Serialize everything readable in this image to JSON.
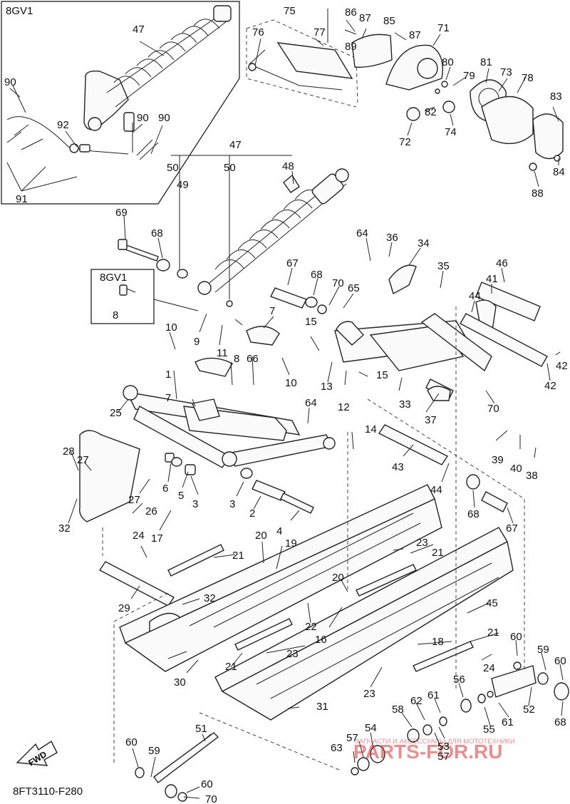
{
  "diagram": {
    "code": "8FT3110-F280",
    "fwd_label": "FWD",
    "inset_top_label": "8GV1",
    "inset_mid_label": "8GV1",
    "inset_mid_part": "8",
    "watermark_url": "PARTS-FOR.RU",
    "watermark_text": "ЗАПЧАСТИ И АКСЕССУАРЫ ДЛЯ МОТОТЕХНИКИ"
  },
  "callouts": [
    {
      "id": "1",
      "text": "1"
    },
    {
      "id": "2",
      "text": "2"
    },
    {
      "id": "3a",
      "text": "3"
    },
    {
      "id": "3b",
      "text": "3"
    },
    {
      "id": "4",
      "text": "4"
    },
    {
      "id": "5",
      "text": "5"
    },
    {
      "id": "6",
      "text": "6"
    },
    {
      "id": "7a",
      "text": "7"
    },
    {
      "id": "7b",
      "text": "7"
    },
    {
      "id": "8",
      "text": "8"
    },
    {
      "id": "9",
      "text": "9"
    },
    {
      "id": "10a",
      "text": "10"
    },
    {
      "id": "10b",
      "text": "10"
    },
    {
      "id": "11",
      "text": "11"
    },
    {
      "id": "12",
      "text": "12"
    },
    {
      "id": "13",
      "text": "13"
    },
    {
      "id": "14",
      "text": "14"
    },
    {
      "id": "15a",
      "text": "15"
    },
    {
      "id": "15b",
      "text": "15"
    },
    {
      "id": "16",
      "text": "16"
    },
    {
      "id": "17",
      "text": "17"
    },
    {
      "id": "18",
      "text": "18"
    },
    {
      "id": "19",
      "text": "19"
    },
    {
      "id": "20a",
      "text": "20"
    },
    {
      "id": "20b",
      "text": "20"
    },
    {
      "id": "21a",
      "text": "21"
    },
    {
      "id": "21b",
      "text": "21"
    },
    {
      "id": "21c",
      "text": "21"
    },
    {
      "id": "21d",
      "text": "21"
    },
    {
      "id": "22",
      "text": "22"
    },
    {
      "id": "23a",
      "text": "23"
    },
    {
      "id": "23b",
      "text": "23"
    },
    {
      "id": "23c",
      "text": "23"
    },
    {
      "id": "24a",
      "text": "24"
    },
    {
      "id": "24b",
      "text": "24"
    },
    {
      "id": "25",
      "text": "25"
    },
    {
      "id": "26",
      "text": "26"
    },
    {
      "id": "27a",
      "text": "27"
    },
    {
      "id": "27b",
      "text": "27"
    },
    {
      "id": "28",
      "text": "28"
    },
    {
      "id": "29",
      "text": "29"
    },
    {
      "id": "30",
      "text": "30"
    },
    {
      "id": "31",
      "text": "31"
    },
    {
      "id": "32a",
      "text": "32"
    },
    {
      "id": "32b",
      "text": "32"
    },
    {
      "id": "33",
      "text": "33"
    },
    {
      "id": "34",
      "text": "34"
    },
    {
      "id": "35",
      "text": "35"
    },
    {
      "id": "36",
      "text": "36"
    },
    {
      "id": "37",
      "text": "37"
    },
    {
      "id": "38",
      "text": "38"
    },
    {
      "id": "39",
      "text": "39"
    },
    {
      "id": "40",
      "text": "40"
    },
    {
      "id": "41",
      "text": "41"
    },
    {
      "id": "42a",
      "text": "42"
    },
    {
      "id": "42b",
      "text": "42"
    },
    {
      "id": "43",
      "text": "43"
    },
    {
      "id": "44a",
      "text": "44"
    },
    {
      "id": "44b",
      "text": "44"
    },
    {
      "id": "45",
      "text": "45"
    },
    {
      "id": "46",
      "text": "46"
    },
    {
      "id": "47a",
      "text": "47"
    },
    {
      "id": "47b",
      "text": "47"
    },
    {
      "id": "48",
      "text": "48"
    },
    {
      "id": "49",
      "text": "49"
    },
    {
      "id": "50a",
      "text": "50"
    },
    {
      "id": "50b",
      "text": "50"
    },
    {
      "id": "51",
      "text": "51"
    },
    {
      "id": "52",
      "text": "52"
    },
    {
      "id": "53",
      "text": "53"
    },
    {
      "id": "54",
      "text": "54"
    },
    {
      "id": "55",
      "text": "55"
    },
    {
      "id": "56",
      "text": "56"
    },
    {
      "id": "57a",
      "text": "57"
    },
    {
      "id": "57b",
      "text": "57"
    },
    {
      "id": "58",
      "text": "58"
    },
    {
      "id": "59a",
      "text": "59"
    },
    {
      "id": "59b",
      "text": "59"
    },
    {
      "id": "60a",
      "text": "60"
    },
    {
      "id": "60b",
      "text": "60"
    },
    {
      "id": "60c",
      "text": "60"
    },
    {
      "id": "60d",
      "text": "60"
    },
    {
      "id": "61a",
      "text": "61"
    },
    {
      "id": "61b",
      "text": "61"
    },
    {
      "id": "62",
      "text": "62"
    },
    {
      "id": "63",
      "text": "63"
    },
    {
      "id": "64a",
      "text": "64"
    },
    {
      "id": "64b",
      "text": "64"
    },
    {
      "id": "65",
      "text": "65"
    },
    {
      "id": "66",
      "text": "66"
    },
    {
      "id": "67a",
      "text": "67"
    },
    {
      "id": "67b",
      "text": "67"
    },
    {
      "id": "68a",
      "text": "68"
    },
    {
      "id": "68b",
      "text": "68"
    },
    {
      "id": "68c",
      "text": "68"
    },
    {
      "id": "68d",
      "text": "68"
    },
    {
      "id": "69",
      "text": "69"
    },
    {
      "id": "70a",
      "text": "70"
    },
    {
      "id": "70b",
      "text": "70"
    },
    {
      "id": "70c",
      "text": "70"
    },
    {
      "id": "71",
      "text": "71"
    },
    {
      "id": "72",
      "text": "72"
    },
    {
      "id": "73",
      "text": "73"
    },
    {
      "id": "74",
      "text": "74"
    },
    {
      "id": "75",
      "text": "75"
    },
    {
      "id": "76",
      "text": "76"
    },
    {
      "id": "77",
      "text": "77"
    },
    {
      "id": "78",
      "text": "78"
    },
    {
      "id": "79",
      "text": "79"
    },
    {
      "id": "80",
      "text": "80"
    },
    {
      "id": "81",
      "text": "81"
    },
    {
      "id": "82",
      "text": "82"
    },
    {
      "id": "83",
      "text": "83"
    },
    {
      "id": "84",
      "text": "84"
    },
    {
      "id": "85",
      "text": "85"
    },
    {
      "id": "86",
      "text": "86"
    },
    {
      "id": "87a",
      "text": "87"
    },
    {
      "id": "87b",
      "text": "87"
    },
    {
      "id": "88",
      "text": "88"
    },
    {
      "id": "89",
      "text": "89"
    },
    {
      "id": "90a",
      "text": "90"
    },
    {
      "id": "90b",
      "text": "90"
    },
    {
      "id": "90c",
      "text": "90"
    },
    {
      "id": "91",
      "text": "91"
    },
    {
      "id": "92",
      "text": "92"
    }
  ]
}
